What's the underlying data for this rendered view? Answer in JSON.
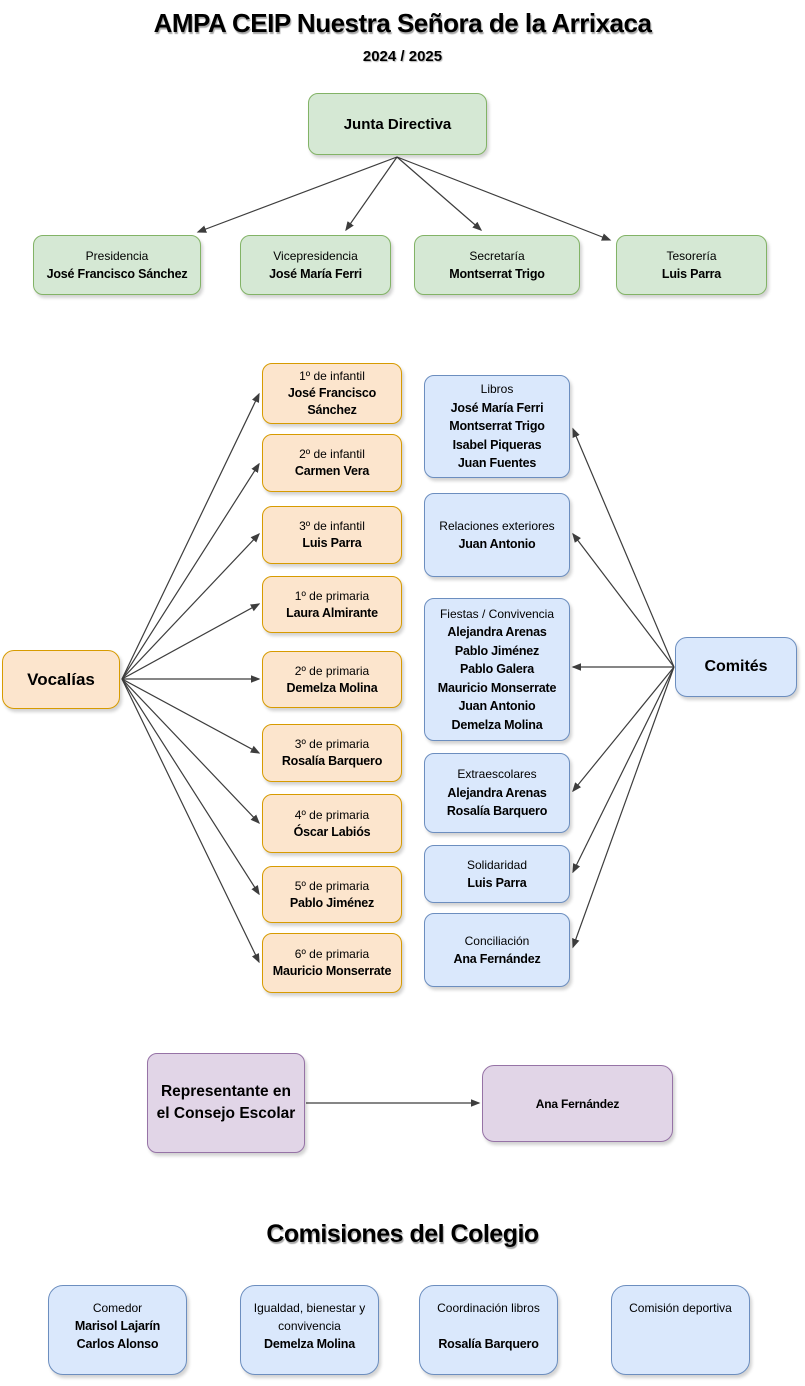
{
  "page": {
    "title": "AMPA CEIP Nuestra Señora de la Arrixaca",
    "subtitle": "2024 / 2025"
  },
  "junta": {
    "label": "Junta Directiva",
    "roles": [
      {
        "title": "Presidencia",
        "name": "José Francisco Sánchez"
      },
      {
        "title": "Vicepresidencia",
        "name": "José María Ferri"
      },
      {
        "title": "Secretaría",
        "name": "Montserrat Trigo"
      },
      {
        "title": "Tesorería",
        "name": "Luis Parra"
      }
    ]
  },
  "vocalias": {
    "label": "Vocalías",
    "items": [
      {
        "title": "1º de infantil",
        "name": "José Francisco Sánchez"
      },
      {
        "title": "2º de infantil",
        "name": "Carmen Vera"
      },
      {
        "title": "3º de infantil",
        "name": "Luis Parra"
      },
      {
        "title": "1º de primaria",
        "name": "Laura Almirante"
      },
      {
        "title": "2º de primaria",
        "name": "Demelza Molina"
      },
      {
        "title": "3º de primaria",
        "name": "Rosalía Barquero"
      },
      {
        "title": "4º de primaria",
        "name": "Óscar Labiós"
      },
      {
        "title": "5º de primaria",
        "name": "Pablo Jiménez"
      },
      {
        "title": "6º de primaria",
        "name": "Mauricio Monserrate"
      }
    ]
  },
  "comites": {
    "label": "Comités",
    "items": [
      {
        "title": "Libros",
        "members": [
          "José María Ferri",
          "Montserrat Trigo",
          "Isabel Piqueras",
          "Juan Fuentes"
        ]
      },
      {
        "title": "Relaciones exteriores",
        "members": [
          "Juan Antonio"
        ]
      },
      {
        "title": "Fiestas / Convivencia",
        "members": [
          "Alejandra Arenas",
          "Pablo Jiménez",
          "Pablo Galera",
          "Mauricio Monserrate",
          "Juan Antonio",
          "Demelza Molina"
        ]
      },
      {
        "title": "Extraescolares",
        "members": [
          "Alejandra Arenas",
          "Rosalía Barquero"
        ]
      },
      {
        "title": "Solidaridad",
        "members": [
          "Luis Parra"
        ]
      },
      {
        "title": "Conciliación",
        "members": [
          "Ana Fernández"
        ]
      }
    ]
  },
  "consejo": {
    "role": "Representante en el Consejo Escolar",
    "name": "Ana Fernández"
  },
  "comisiones": {
    "title": "Comisiones del Colegio",
    "items": [
      {
        "title": "Comedor",
        "members": [
          "Marisol Lajarín",
          "Carlos Alonso"
        ]
      },
      {
        "title": "Igualdad, bienestar y convivencia",
        "members": [
          "Demelza Molina"
        ]
      },
      {
        "title": "Coordinación libros",
        "members": [
          "Rosalía Barquero"
        ]
      },
      {
        "title": "Comisión deportiva",
        "members": []
      }
    ]
  },
  "colors": {
    "green_fill": "#D5E8D4",
    "green_stroke": "#82B366",
    "orange_fill": "#FCE5CD",
    "orange_stroke": "#D79B00",
    "blue_fill": "#DAE8FC",
    "blue_stroke": "#6C8EBF",
    "purple_fill": "#E1D5E7",
    "purple_stroke": "#9673A6",
    "edge": "#3d3d3d"
  }
}
